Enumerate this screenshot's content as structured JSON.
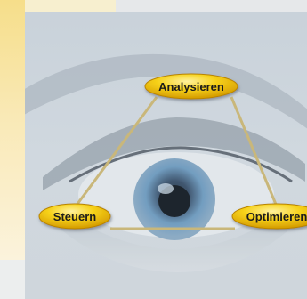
{
  "diagram": {
    "nodes": [
      {
        "id": "analysieren",
        "label": "Analysieren"
      },
      {
        "id": "steuern",
        "label": "Steuern"
      },
      {
        "id": "optimieren",
        "label": "Optimieren"
      }
    ]
  },
  "colors": {
    "node_fill": "#f2c200",
    "node_highlight": "#fff2a0",
    "connector": "#c9b77a",
    "panel": "#cdd5dc"
  }
}
